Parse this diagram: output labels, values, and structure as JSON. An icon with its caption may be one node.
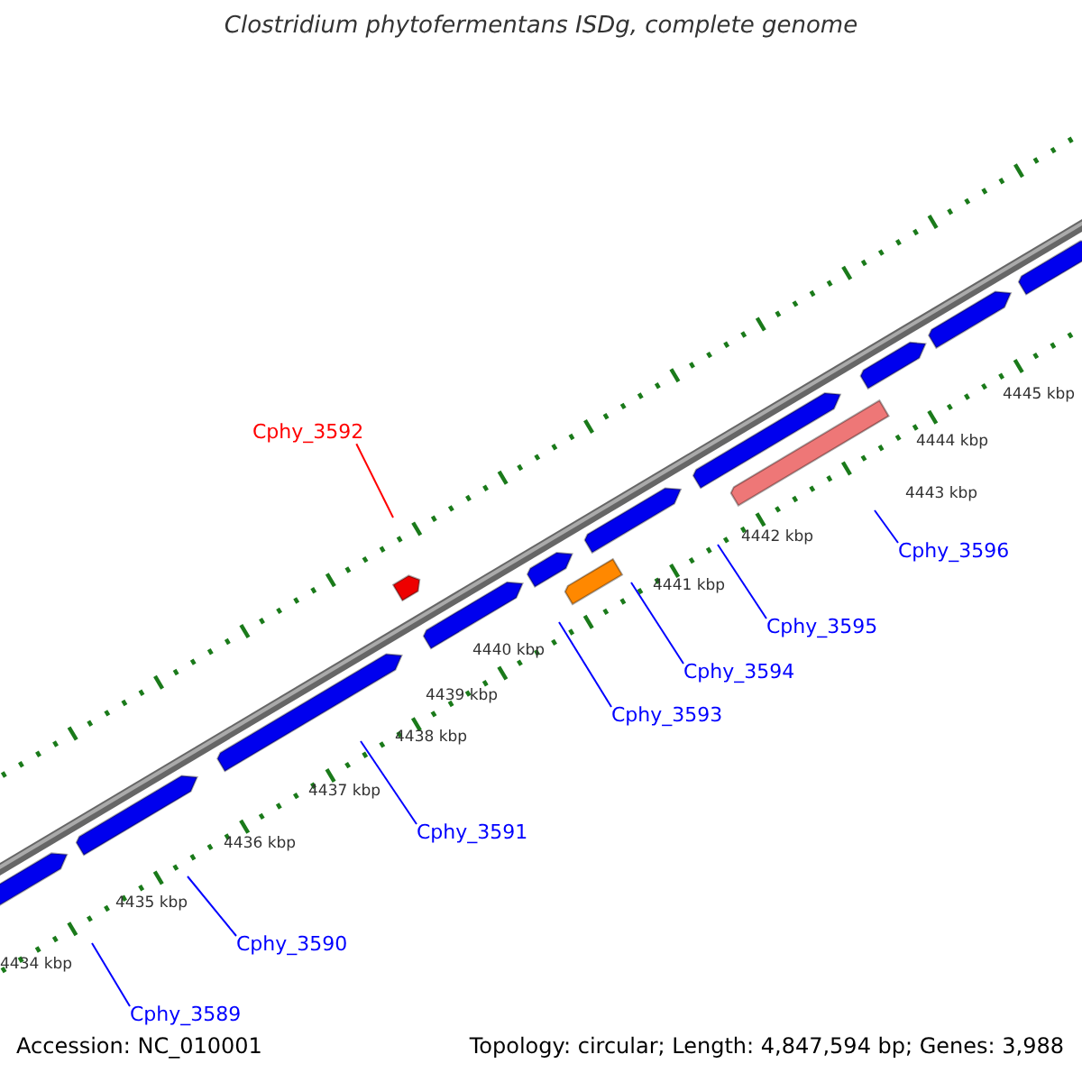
{
  "diagram": {
    "title": "Clostridium phytofermentans ISDg, complete genome",
    "nodes": [
      {
        "text": [
          "Cphy_3592"
        ]
      },
      {
        "text": [
          "Cphy_3596"
        ]
      },
      {
        "text": [
          "Cphy_3595"
        ]
      },
      {
        "text": [
          "Cphy_3594"
        ]
      },
      {
        "text": [
          "Cphy_3593"
        ]
      },
      {
        "text": [
          "Cphy_3591"
        ]
      },
      {
        "text": [
          "Cphy_3590"
        ]
      },
      {
        "text": [
          "Cphy_3589"
        ]
      }
    ],
    "edges": [
      {
        "from": 0,
        "to": null,
        "arrow": "none",
        "color": "#ff0000"
      },
      {
        "from": 1,
        "to": null,
        "arrow": "none"
      },
      {
        "from": 2,
        "to": null,
        "arrow": "none"
      },
      {
        "from": 3,
        "to": null,
        "arrow": "none"
      },
      {
        "from": 4,
        "to": null,
        "arrow": "none"
      },
      {
        "from": 5,
        "to": null,
        "arrow": "none"
      },
      {
        "from": 6,
        "to": null,
        "arrow": "none"
      },
      {
        "from": 7,
        "to": null,
        "arrow": "none"
      }
    ],
    "labels": [
      "4445 kbp",
      "4444 kbp",
      "4443 kbp",
      "4442 kbp",
      "4441 kbp",
      "4440 kbp",
      "4439 kbp",
      "4438 kbp",
      "4437 kbp",
      "4436 kbp",
      "4435 kbp",
      "4434 kbp",
      "Accession: NC_010001",
      "Topology: circular; Length: 4,847,594 bp; Genes: 3,988"
    ]
  }
}
